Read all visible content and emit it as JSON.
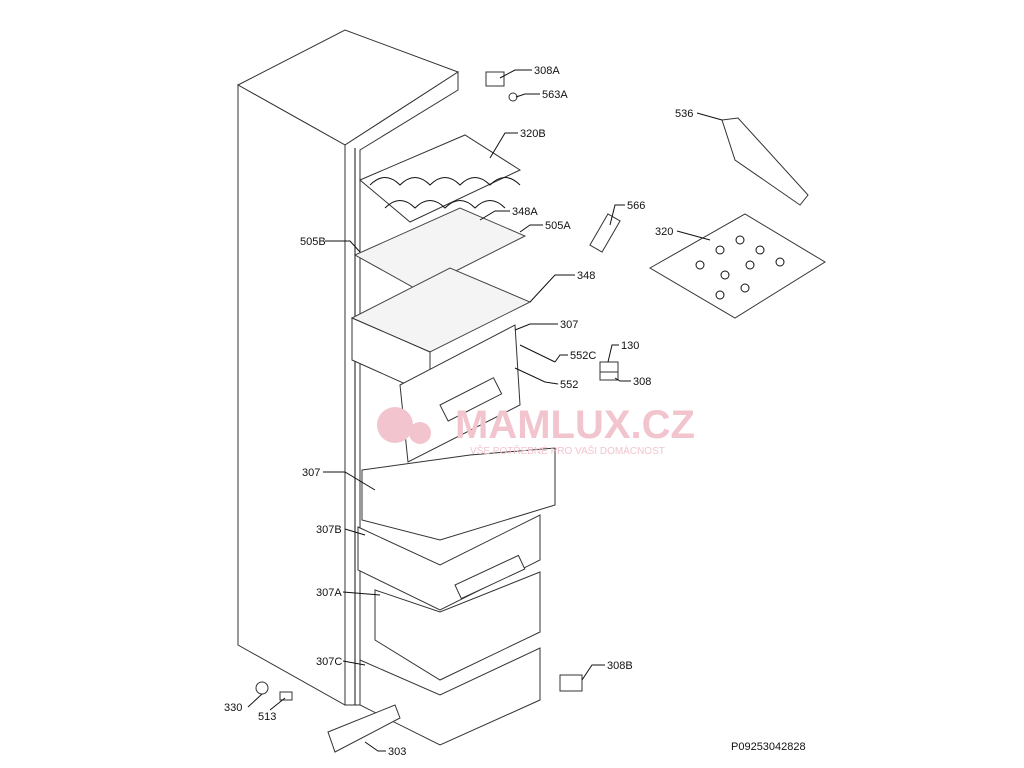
{
  "diagram": {
    "labels": {
      "l308a": "308A",
      "l563a": "563A",
      "l320b": "320B",
      "l536": "536",
      "l566": "566",
      "l348a": "348A",
      "l505a": "505A",
      "l505b": "505B",
      "l320": "320",
      "l348": "348",
      "l307top": "307",
      "l552c": "552C",
      "l130": "130",
      "l552": "552",
      "l308": "308",
      "l307mid": "307",
      "l307b": "307B",
      "l307a": "307A",
      "l307c": "307C",
      "l308b": "308B",
      "l330": "330",
      "l513": "513",
      "l303": "303"
    },
    "drawing_code": "P09253042828",
    "watermark": {
      "brand": "MAMLUX.CZ",
      "slogan": "VŠE POTŘEBNÉ PRO VAŠI DOMÁCNOST"
    }
  }
}
